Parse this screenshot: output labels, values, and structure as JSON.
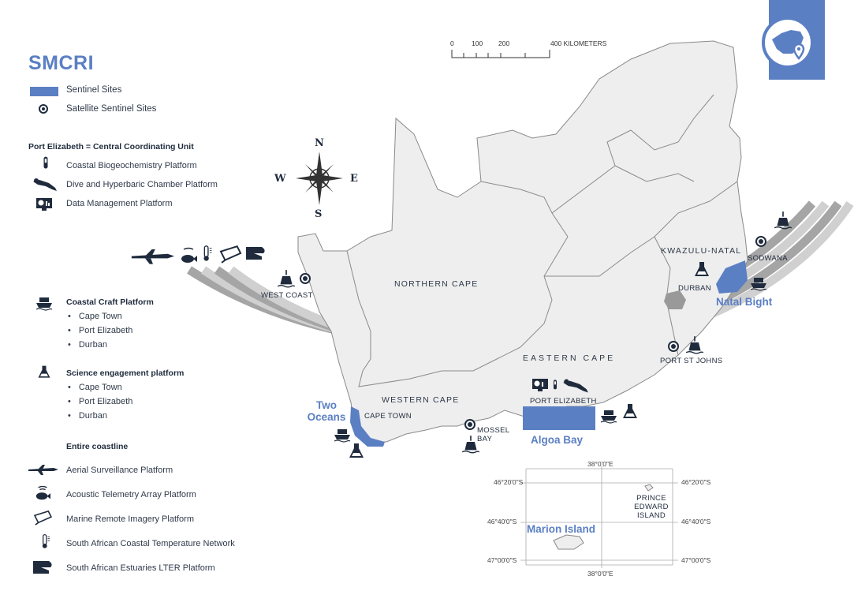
{
  "title": "SMCRI",
  "legend": {
    "sentinel_sites": "Sentinel Sites",
    "satellite_sentinel_sites": "Satellite Sentinel Sites"
  },
  "coordinating": {
    "heading": "Port Elizabeth = Central Coordinating Unit",
    "items": [
      "Coastal Biogeochemistry Platform",
      "Dive and Hyperbaric Chamber Platform",
      "Data Management Platform"
    ]
  },
  "coastal_craft": {
    "heading": "Coastal Craft Platform",
    "items": [
      "Cape Town",
      "Port Elizabeth",
      "Durban"
    ]
  },
  "science": {
    "heading": "Science engagement platform",
    "items": [
      "Cape Town",
      "Port Elizabeth",
      "Durban"
    ]
  },
  "coastline": {
    "heading": "Entire coastline",
    "items": [
      "Aerial Surveillance Platform",
      "Acoustic Telemetry Array Platform",
      "Marine Remote Imagery Platform",
      "South African Coastal Temperature Network",
      "South African Estuaries LTER Platform"
    ]
  },
  "scale": {
    "ticks": [
      "0",
      "100",
      "200",
      "400 KILOMETERS"
    ]
  },
  "compass": {
    "n": "N",
    "s": "S",
    "e": "E",
    "w": "W"
  },
  "map": {
    "provinces": [
      "NORTHERN CAPE",
      "WESTERN CAPE",
      "EASTERN CAPE",
      "KWAZULU-NATAL"
    ],
    "sites": [
      "WEST COAST",
      "CAPE TOWN",
      "MOSSEL BAY",
      "PORT ELIZABETH",
      "PORT ST JOHNS",
      "DURBAN",
      "SODWANA"
    ],
    "sentinel": [
      "Two Oceans",
      "Algoa Bay",
      "Natal Bight"
    ]
  },
  "inset": {
    "name": "Marion Island",
    "prince": "PRINCE EDWARD ISLAND",
    "lon_top": "38°0'0\"E",
    "lon_bottom": "38°0'0\"E",
    "lat1": "46°20'0\"S",
    "lat2": "46°40'0\"S",
    "lat3": "47°00'0\"S"
  },
  "colors": {
    "accent": "#5b7fc3",
    "navy": "#1f2b3d",
    "land": "#eeeeee",
    "arc_dark": "#a5a5a5",
    "arc_light": "#d0d0d0"
  }
}
